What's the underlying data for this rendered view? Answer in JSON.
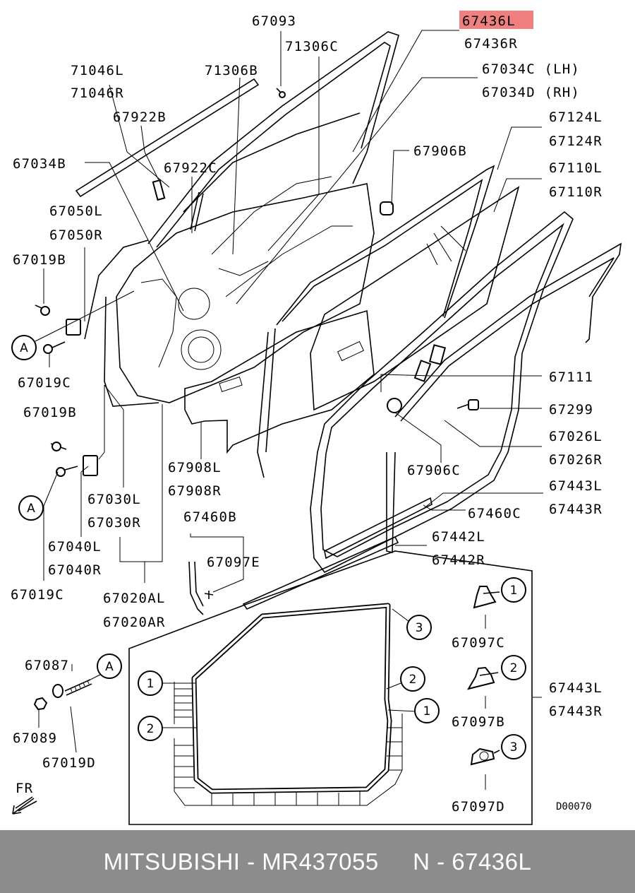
{
  "diagram": {
    "labels": {
      "p67093": "67093",
      "p71306C": "71306C",
      "p67436L": "67436L",
      "p67436R": "67436R",
      "p71046L": "71046L",
      "p71306B": "71306B",
      "p67034C": "67034C (LH)",
      "p71046R": "71046R",
      "p67034D": "67034D (RH)",
      "p67922B": "67922B",
      "p67124L": "67124L",
      "p67124R": "67124R",
      "p67034B": "67034B",
      "p67922C": "67922C",
      "p67906B": "67906B",
      "p67110L": "67110L",
      "p67110R": "67110R",
      "p67050L": "67050L",
      "p67050R": "67050R",
      "p67019B_1": "67019B",
      "p67019C_1": "67019C",
      "p67111": "67111",
      "p67019B_2": "67019B",
      "p67299": "67299",
      "p67026L": "67026L",
      "p67026R": "67026R",
      "p67908L": "67908L",
      "p67908R": "67908R",
      "p67906C": "67906C",
      "p67030L": "67030L",
      "p67030R": "67030R",
      "p67443L_1": "67443L",
      "p67443R_1": "67443R",
      "p67460B": "67460B",
      "p67460C": "67460C",
      "p67040L": "67040L",
      "p67040R": "67040R",
      "p67097E": "67097E",
      "p67442L": "67442L",
      "p67442R": "67442R",
      "p67019C_2": "67019C",
      "p67020AL": "67020AL",
      "p67020AR": "67020AR",
      "p67097C": "67097C",
      "p67087": "67087",
      "p67443L_2": "67443L",
      "p67443R_2": "67443R",
      "p67089": "67089",
      "p67097B": "67097B",
      "p67019D": "67019D",
      "p67097D": "67097D",
      "fr": "FR",
      "diagram_code": "D00070"
    },
    "highlight_color": "#f08080",
    "callouts": {
      "a1": "A",
      "a2": "A",
      "a3": "A",
      "c1": "1",
      "c2": "2",
      "c3": "3",
      "c4": "1",
      "c5": "2",
      "c6": "2",
      "c7": "1",
      "c8": "3"
    }
  },
  "footer": {
    "text": "MITSUBISHI - MR437055     N - 67436L",
    "background": "#8c8c8c"
  }
}
